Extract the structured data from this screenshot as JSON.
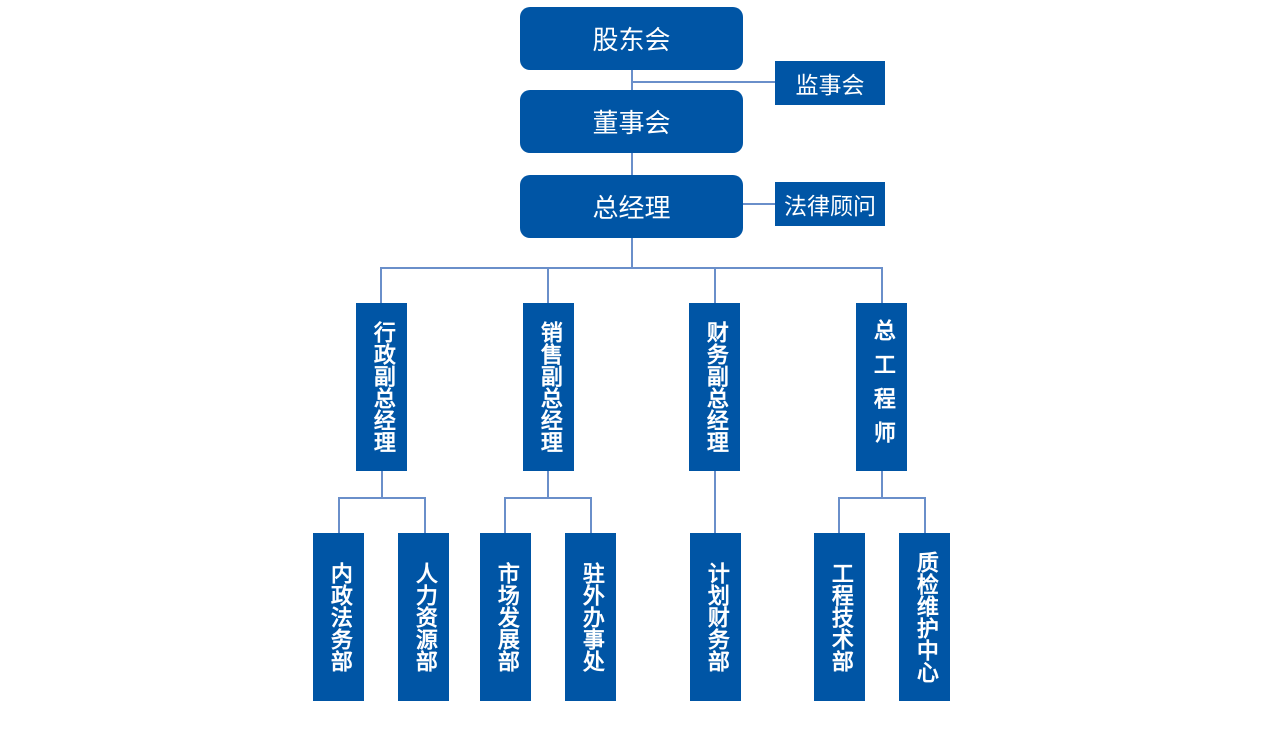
{
  "colors": {
    "node_fill": "#0055a5",
    "connector": "#6a8fca",
    "text": "#ffffff",
    "background": "#ffffff"
  },
  "org": {
    "shareholders": "股东会",
    "supervisors": "监事会",
    "board": "董事会",
    "general_manager": "总经理",
    "legal_advisor": "法律顾问",
    "vps": [
      {
        "label": "行政副总经理",
        "departments": [
          "内政法务部",
          "人力资源部"
        ]
      },
      {
        "label": "销售副总经理",
        "departments": [
          "市场发展部",
          "驻外办事处"
        ]
      },
      {
        "label": "财务副总经理",
        "departments": [
          "计划财务部"
        ]
      },
      {
        "label": "总工程师",
        "departments": [
          "工程技术部",
          "质检维护中心"
        ]
      }
    ]
  }
}
